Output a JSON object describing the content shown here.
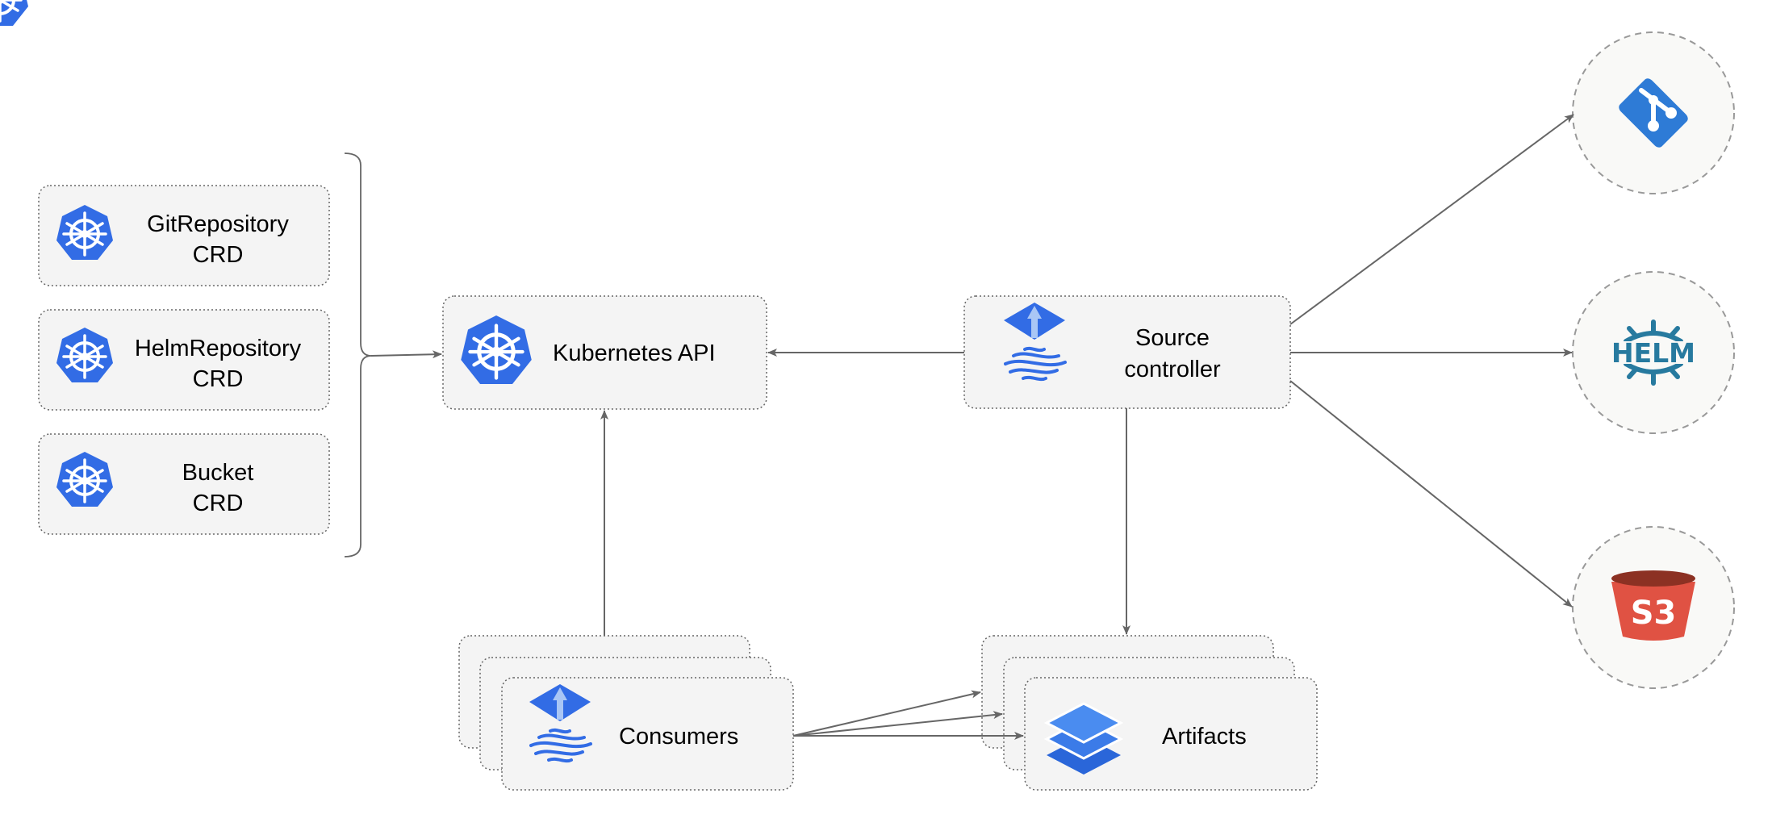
{
  "crds": [
    {
      "line1": "GitRepository",
      "line2": "CRD"
    },
    {
      "line1": "HelmRepository",
      "line2": "CRD"
    },
    {
      "line1": "Bucket",
      "line2": "CRD"
    }
  ],
  "kubernetes_api": {
    "label": "Kubernetes API"
  },
  "source_controller": {
    "line1": "Source",
    "line2": "controller"
  },
  "consumers": {
    "label": "Consumers"
  },
  "artifacts": {
    "label": "Artifacts"
  },
  "sources": {
    "helm_logo_text": "HELM",
    "s3_logo_text": "S3"
  },
  "colors": {
    "box_fill": "#f4f4f4",
    "box_border": "#666666",
    "arrow": "#666666",
    "k8s_blue": "#326ce5",
    "git_blue": "#2e7bd6",
    "helm_blue": "#277a9f",
    "s3_red": "#e05243",
    "s3_dark": "#8c3123"
  }
}
